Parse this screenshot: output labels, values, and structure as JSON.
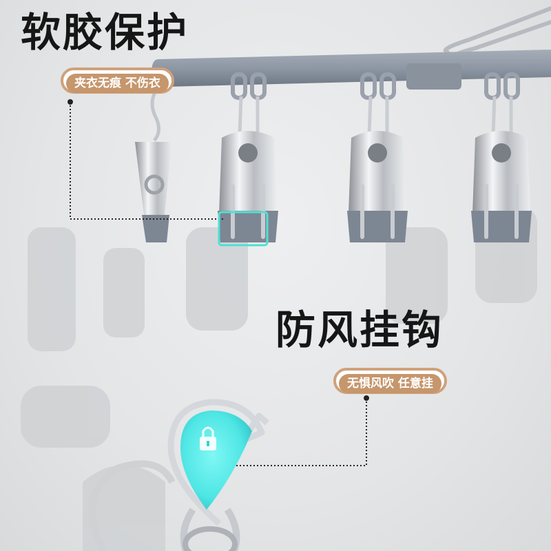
{
  "sections": [
    {
      "title": "软胶保护",
      "badge": "夹衣无痕 不伤衣"
    },
    {
      "title": "防风挂钩",
      "badge": "无惧风吹 任意挂"
    }
  ],
  "colors": {
    "badge_fill": "#c6966c",
    "rail": "#8f98a5",
    "clip_rubber": "#7d8693",
    "glow": "#5ef0ee"
  },
  "icons": [
    "lock-icon"
  ]
}
